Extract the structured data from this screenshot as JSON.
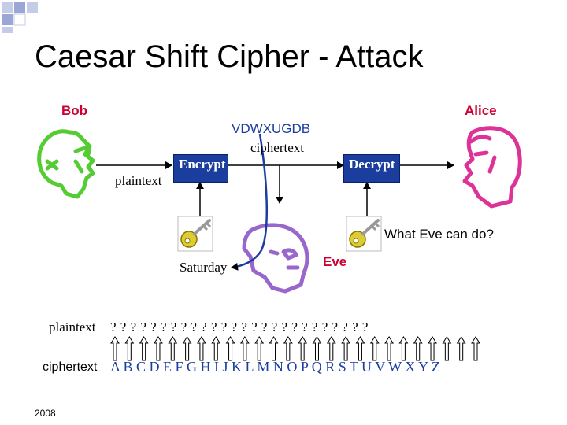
{
  "title": "Caesar Shift Cipher - Attack",
  "bob_label": "Bob",
  "alice_label": "Alice",
  "ciphertext_value": "VDWXUGDB",
  "ciphertext_label": "ciphertext",
  "plaintext_label": "plaintext",
  "encrypt_label": "Encrypt",
  "decrypt_label": "Decrypt",
  "key_guess": "Saturday",
  "eve_label": "Eve",
  "eve_question": "What Eve can do?",
  "table": {
    "plain_label": "plaintext",
    "plain_row": "? ? ? ? ? ? ? ? ? ? ? ? ? ? ? ? ? ? ? ? ? ? ? ? ? ?",
    "cipher_label": "ciphertext",
    "cipher_row": "A B C D E F G H I J K L M N O P Q R S T U V W X Y Z"
  },
  "footer": "2008",
  "colors": {
    "bob": "#55cc33",
    "alice": "#dd3399",
    "eve": "#9966cc",
    "box": "#1a3d9e",
    "label_red": "#cc0033",
    "key": "#ddcc33"
  }
}
